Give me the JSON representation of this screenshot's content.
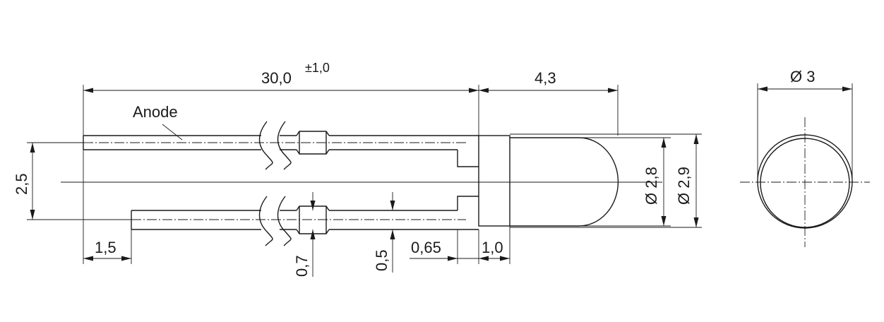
{
  "labels": {
    "anode": "Anode"
  },
  "dimensions": {
    "lead_length": "30,0",
    "lead_length_tolerance": "±1,0",
    "body_length": "4,3",
    "top_diameter": "Ø 3",
    "lead_spacing": "2,5",
    "lens_diameter": "Ø 2,8",
    "body_diameter": "Ø 2,9",
    "lead_offset": "1,5",
    "lead_width": "0,7",
    "lead_thickness": "0,5",
    "kink_length": "0,65",
    "flange_length": "1,0"
  },
  "colors": {
    "line": "#1a1a1a",
    "background": "#ffffff"
  }
}
